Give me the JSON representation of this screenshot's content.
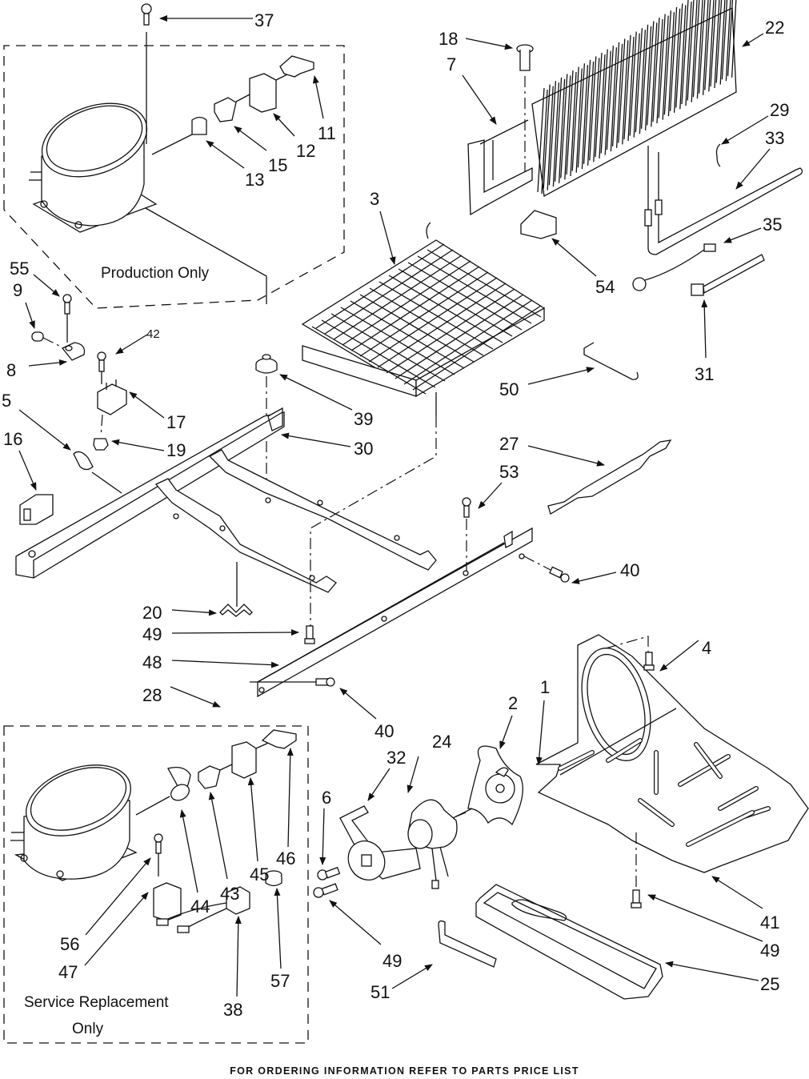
{
  "diagram": {
    "title": "Refrigerator Unit Parts Diagram",
    "groups": {
      "production": "Production Only",
      "service_line1": "Service Replacement",
      "service_line2": "Only"
    },
    "callouts": [
      {
        "id": "c37",
        "label": "37",
        "part": "screw"
      },
      {
        "id": "c11",
        "label": "11",
        "part": "compressor-clip"
      },
      {
        "id": "c12",
        "label": "12",
        "part": "overload-cover"
      },
      {
        "id": "c15",
        "label": "15",
        "part": "overload-relay"
      },
      {
        "id": "c13",
        "label": "13",
        "part": "terminal-cover"
      },
      {
        "id": "c55",
        "label": "55",
        "part": "screw"
      },
      {
        "id": "c9",
        "label": "9",
        "part": "grommet"
      },
      {
        "id": "c8",
        "label": "8",
        "part": "clamp"
      },
      {
        "id": "c42",
        "label": "42",
        "part": "screw"
      },
      {
        "id": "c17",
        "label": "17",
        "part": "relay"
      },
      {
        "id": "c19",
        "label": "19",
        "part": "clip-nut"
      },
      {
        "id": "c5",
        "label": "5",
        "part": "wire-clip"
      },
      {
        "id": "c16",
        "label": "16",
        "part": "connector"
      },
      {
        "id": "c18",
        "label": "18",
        "part": "grommet"
      },
      {
        "id": "c7",
        "label": "7",
        "part": "condenser-bracket"
      },
      {
        "id": "c22",
        "label": "22",
        "part": "evaporator"
      },
      {
        "id": "c29",
        "label": "29",
        "part": "clip"
      },
      {
        "id": "c33",
        "label": "33",
        "part": "defrost-heater"
      },
      {
        "id": "c35",
        "label": "35",
        "part": "thermostat-harness"
      },
      {
        "id": "c31",
        "label": "31",
        "part": "cable-tie"
      },
      {
        "id": "c54",
        "label": "54",
        "part": "insulator"
      },
      {
        "id": "c3",
        "label": "3",
        "part": "condenser"
      },
      {
        "id": "c39",
        "label": "39",
        "part": "grommet"
      },
      {
        "id": "c30",
        "label": "30",
        "part": "base-rail"
      },
      {
        "id": "c50",
        "label": "50",
        "part": "hanger"
      },
      {
        "id": "c27",
        "label": "27",
        "part": "drier"
      },
      {
        "id": "c53",
        "label": "53",
        "part": "screw"
      },
      {
        "id": "c40a",
        "label": "40",
        "part": "screw"
      },
      {
        "id": "c20",
        "label": "20",
        "part": "clip"
      },
      {
        "id": "c49a",
        "label": "49",
        "part": "screw"
      },
      {
        "id": "c48",
        "label": "48",
        "part": "rail"
      },
      {
        "id": "c28",
        "label": "28",
        "part": "compressor-kit"
      },
      {
        "id": "c40b",
        "label": "40",
        "part": "screw"
      },
      {
        "id": "c4",
        "label": "4",
        "part": "screw"
      },
      {
        "id": "c2",
        "label": "2",
        "part": "fan-blade"
      },
      {
        "id": "c1",
        "label": "1",
        "part": "retainer"
      },
      {
        "id": "c32",
        "label": "32",
        "part": "motor-bracket"
      },
      {
        "id": "c24",
        "label": "24",
        "part": "fan-motor"
      },
      {
        "id": "c6",
        "label": "6",
        "part": "screw"
      },
      {
        "id": "c41",
        "label": "41",
        "part": "shroud"
      },
      {
        "id": "c49b",
        "label": "49",
        "part": "screw"
      },
      {
        "id": "c49c",
        "label": "49",
        "part": "screw"
      },
      {
        "id": "c25",
        "label": "25",
        "part": "drain-pan"
      },
      {
        "id": "c51",
        "label": "51",
        "part": "drain-tube"
      },
      {
        "id": "c44",
        "label": "44",
        "part": "terminal-cover"
      },
      {
        "id": "c43",
        "label": "43",
        "part": "overload"
      },
      {
        "id": "c45",
        "label": "45",
        "part": "relay-cover"
      },
      {
        "id": "c46",
        "label": "46",
        "part": "clip"
      },
      {
        "id": "c56",
        "label": "56",
        "part": "screw"
      },
      {
        "id": "c47",
        "label": "47",
        "part": "capacitor"
      },
      {
        "id": "c57",
        "label": "57",
        "part": "grommet"
      },
      {
        "id": "c38",
        "label": "38",
        "part": "harness"
      }
    ]
  },
  "footer": {
    "note": "FOR ORDERING INFORMATION REFER TO PARTS PRICE LIST"
  }
}
